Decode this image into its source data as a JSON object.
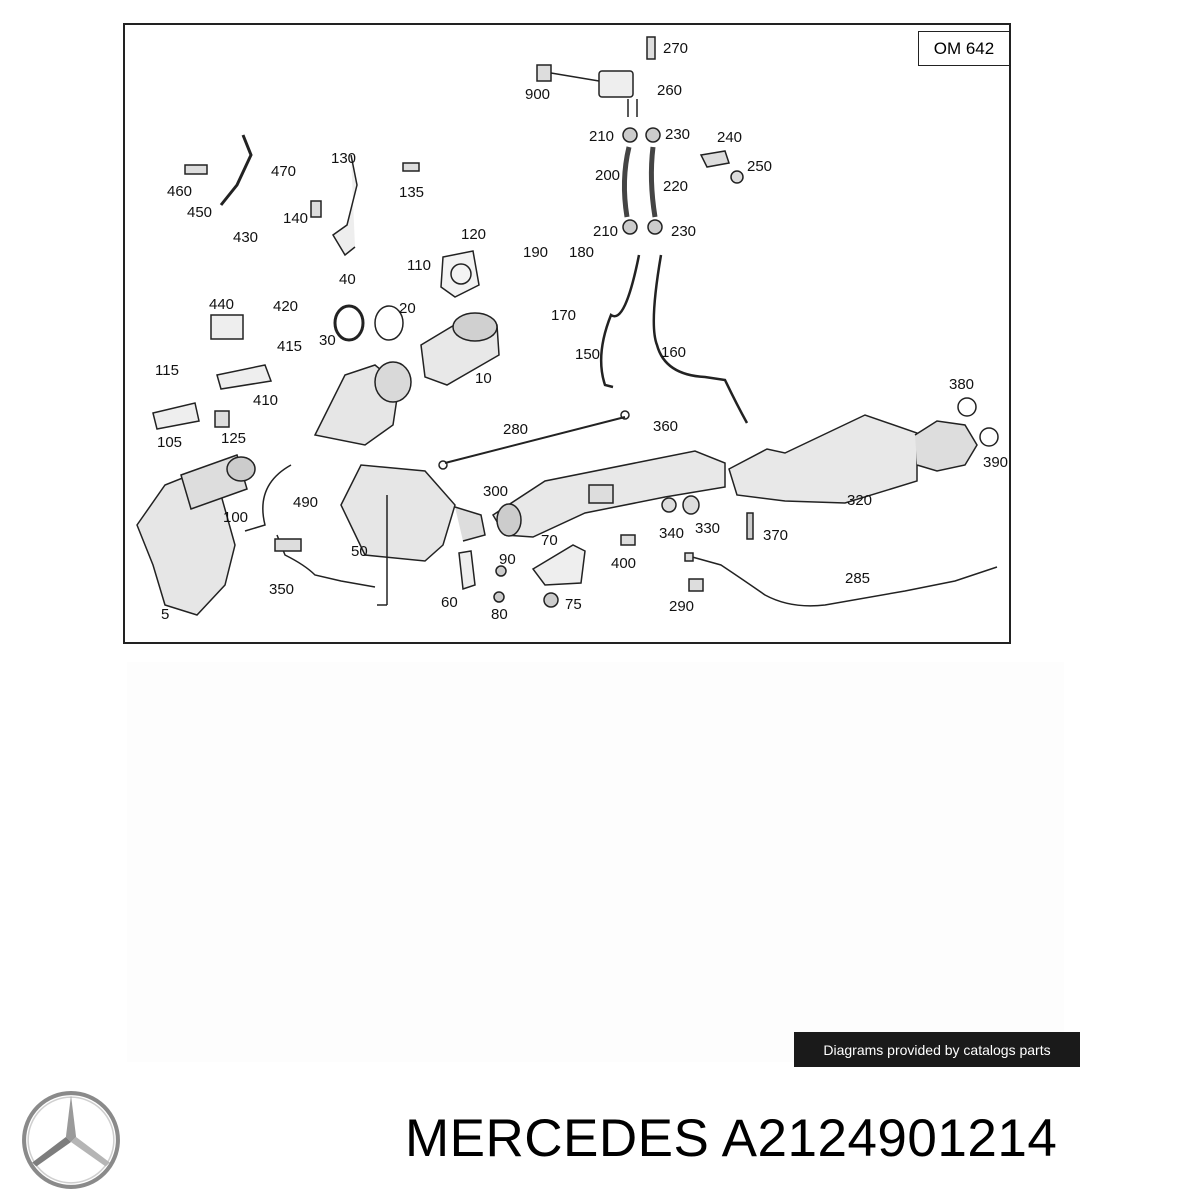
{
  "diagram": {
    "engine_code": "OM 642",
    "part_numbers": [
      "270",
      "260",
      "900",
      "210",
      "230",
      "240",
      "250",
      "200",
      "220",
      "210",
      "230",
      "130",
      "470",
      "460",
      "135",
      "450",
      "140",
      "120",
      "110",
      "190",
      "180",
      "40",
      "430",
      "420",
      "20",
      "30",
      "170",
      "440",
      "415",
      "10",
      "150",
      "160",
      "115",
      "410",
      "380",
      "105",
      "125",
      "280",
      "360",
      "390",
      "320",
      "100",
      "490",
      "300",
      "50",
      "340",
      "330",
      "370",
      "70",
      "90",
      "400",
      "285",
      "350",
      "60",
      "75",
      "80",
      "290",
      "5"
    ]
  },
  "credit": "Diagrams provided by catalogs parts",
  "brand": {
    "logo_icon": "mercedes-star-icon",
    "title": "MERCEDES A2124901214"
  },
  "colors": {
    "credit_bg": "#1a1a1a",
    "credit_text": "#ffffff",
    "line": "#222222"
  }
}
